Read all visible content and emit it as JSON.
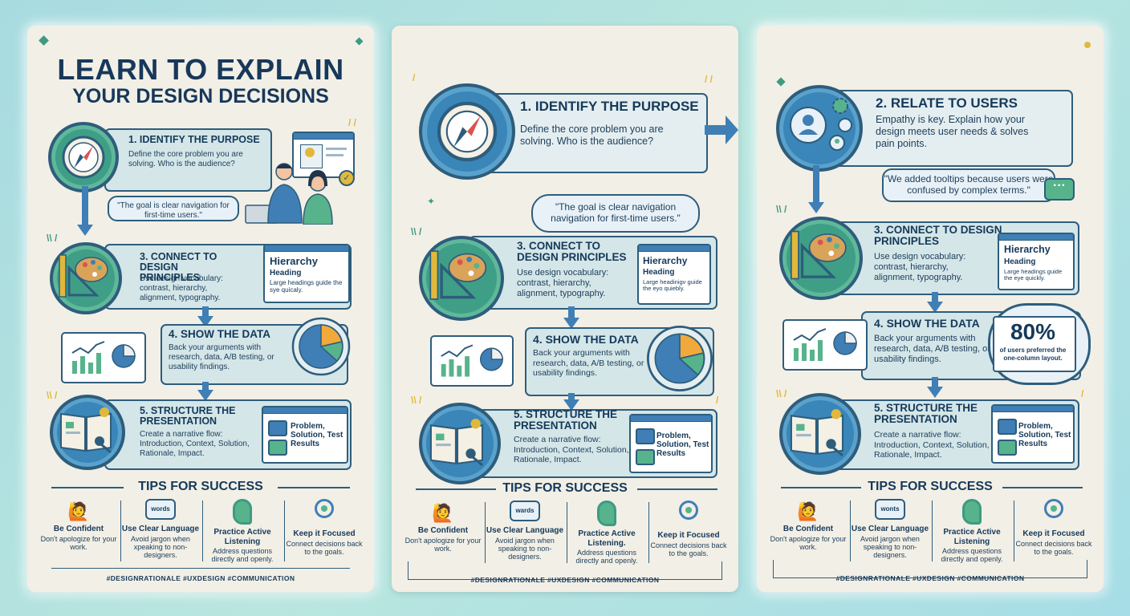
{
  "poster1": {
    "title_line1": "LEARN TO EXPLAIN",
    "title_line2": "YOUR DESIGN DECISIONS",
    "step1": {
      "title": "1. IDENTIFY THE PURPOSE",
      "body": "Define the core problem you are solving. Who is the audience?",
      "quote": "\"The goal is clear navigation for first-time users.\""
    },
    "step3": {
      "title": "3. CONNECT TO DESIGN PRINCIPLES",
      "body": "Use design vocabulary: contrast, hierarchy, alignment, typography.",
      "card_title": "Hierarchy",
      "card_sub": "Heading",
      "card_note": "Large headings guide the sye quicaly."
    },
    "step4": {
      "title": "4. SHOW THE DATA",
      "body": "Back your arguments with research, data, A/B testing, or usability findings."
    },
    "step5": {
      "title": "5. STRUCTURE THE PRESENTATION",
      "body": "Create a narrative flow: Introduction, Context, Solution, Rationale, Impact.",
      "card_text": "Problem, Solution, Test Results"
    },
    "tips_heading": "TIPS FOR SUCCESS",
    "tips": [
      {
        "title": "Be Confident",
        "body": "Don't apologize for your work.",
        "icon": "confident-person-icon"
      },
      {
        "title": "Use Clear Language",
        "body": "Avoid jargon when xpeaking to non-designers.",
        "icon": "speech-bubble-icon",
        "bubble": "words"
      },
      {
        "title": "Practice Active Listening",
        "body": "Address questions directly and openly.",
        "icon": "ear-icon"
      },
      {
        "title": "Keep it Focused",
        "body": "Connect decisions back to the goals.",
        "icon": "target-icon"
      }
    ],
    "hashtags": "#DESIGNRATIONALE #UXDESIGN #COMMUNICATION"
  },
  "poster2": {
    "step1": {
      "title": "1. IDENTIFY THE PURPOSE",
      "body": "Define the core problem you are solving. Who is the audience?",
      "quote": "\"The goal is clear navigation navigation for first-time users.\""
    },
    "step3": {
      "title": "3. CONNECT TO DESIGN PRINCIPLES",
      "body": "Use design vocabulary: contrast, hierarchy, alignment, typography.",
      "card_title": "Hierarchy",
      "card_sub": "Heading",
      "card_note": "Large headinigv guide the eyo quiebly."
    },
    "step4": {
      "title": "4. SHOW THE DATA",
      "body": "Back your arguments with research, data, A/B testing, or usability findings."
    },
    "step5": {
      "title": "5. STRUCTURE THE PRESENTATION",
      "body": "Create a narrative flow: Introduction, Context, Solution, Rationale, Impact.",
      "card_text": "Problem, Solution, Test Results"
    },
    "tips_heading": "TIPS FOR SUCCESS",
    "tips": [
      {
        "title": "Be Confident",
        "body": "Don't apologize for your work.",
        "icon": "confident-person-icon"
      },
      {
        "title": "Use Clear Language",
        "body": "Avoid jargon when speaking to non-designers.",
        "icon": "speech-bubble-icon",
        "bubble": "wards"
      },
      {
        "title": "Practice Active Listening.",
        "body": "Address questions directly and openly.",
        "icon": "ear-icon"
      },
      {
        "title": "Keep it Focused",
        "body": "Connect decisions back to the goals.",
        "icon": "target-icon"
      }
    ],
    "hashtags": "#DESIGNRATIONALE #UXDESIGN #COMMUNICATION"
  },
  "poster3": {
    "step2": {
      "title": "2. RELATE TO USERS",
      "body": "Empathy is key. Explain how your design meets user needs & solves pain points.",
      "quote": "\"We added tooltips because users were confused by complex terms.\""
    },
    "step3": {
      "title": "3. CONNECT TO DESIGN PRINCIPLES",
      "body": "Use design vocabulary: contrast, hierarchy, alignment, typography.",
      "card_title": "Hierarchy",
      "card_sub": "Heading",
      "card_note": "Large headings guide the eye quickly."
    },
    "step4": {
      "title": "4. SHOW THE DATA",
      "body": "Back your arguments with research, data, A/B testing, or usability findings.",
      "stat_value": "80%",
      "stat_note": "of users preferred the one-column layout."
    },
    "step5": {
      "title": "5. STRUCTURE THE PRESENTATION",
      "body": "Create a narrative flow: Introduction, Context, Solution, Rationale, Impact.",
      "card_text": "Problem, Solution, Test Results"
    },
    "tips_heading": "TIPS FOR SUCCESS",
    "tips": [
      {
        "title": "Be Confident",
        "body": "Don't apologize for your work.",
        "icon": "confident-person-icon"
      },
      {
        "title": "Use Clear Language",
        "body": "Avoid jargon when speaking to non-designers.",
        "icon": "speech-bubble-icon",
        "bubble": "wonts"
      },
      {
        "title": "Practice Active Listening",
        "body": "Address questions directly and openly.",
        "icon": "ear-icon"
      },
      {
        "title": "Keep it Focused",
        "body": "Connect decisions back to the goals.",
        "icon": "target-icon"
      }
    ],
    "hashtags": "#DESIGNRATIONALE #UXDESIGN #COMMUNICATION"
  },
  "colors": {
    "navy": "#15395a",
    "blue": "#3f7fb6",
    "green": "#57b38c",
    "paper": "#f2efe6",
    "gold": "#e1b83b"
  }
}
